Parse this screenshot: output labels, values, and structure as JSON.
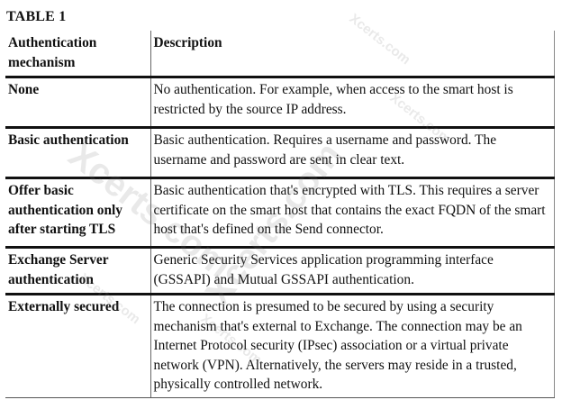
{
  "document": {
    "caption": "TABLE 1",
    "headers": {
      "mechanism": "Authentication mechanism",
      "description": "Description"
    },
    "rows": [
      {
        "mechanism": "None",
        "description": "No authentication. For example, when access to the smart host is restricted by the source IP address."
      },
      {
        "mechanism": "Basic authentication",
        "description": "Basic authentication. Requires a username and password. The username and password are sent in clear text."
      },
      {
        "mechanism": "Offer basic authentication only after starting TLS",
        "description": "Basic authentication that's encrypted with TLS. This requires a server certificate on the smart host that contains the exact FQDN of the smart host that's defined on the Send connector."
      },
      {
        "mechanism": "Exchange Server authentication",
        "description": "Generic Security Services application programming interface (GSSAPI) and Mutual GSSAPI authentication."
      },
      {
        "mechanism": "Externally secured",
        "description": "The connection is presumed to be secured by using a security mechanism that's external to Exchange. The connection may be an Internet Protocol security (IPsec) association or a virtual private network (VPN). Alternatively, the servers may reside in a trusted, physically controlled network."
      }
    ]
  },
  "watermark": {
    "text": "Xcerts.com"
  }
}
